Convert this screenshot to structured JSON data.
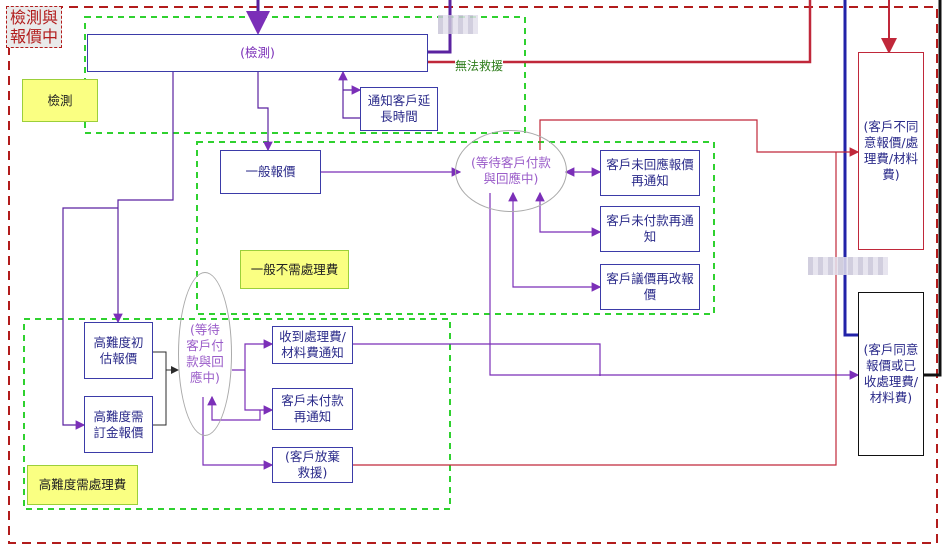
{
  "title_tag": "檢測與\n報價中",
  "nodes": {
    "inspection": "(檢測)",
    "notify_delay": "通知客戶延\n長時間",
    "general_quote": "一般報價",
    "wait_general": "(等待客戶付款\n與回應中)",
    "no_reply": "客戶未回應報價\n再通知",
    "unpaid_general": "客戶未付款再通\n知",
    "renegotiate": "客戶議價再改報\n價",
    "high_estimate": "高難度初\n估報價",
    "high_deposit": "高難度需\n訂金報價",
    "wait_high": "(等待\n客戶付\n款與回\n應中)",
    "fee_received": "收到處理費/\n材料費通知",
    "unpaid_high": "客戶未付款\n再通知",
    "abandon": "(客戶放棄\n救援)",
    "disagree": "(客戶不同\n意報價/處\n理費/材料\n費)",
    "agree": "(客戶同意\n報價或已\n收處理費/\n材料費)"
  },
  "groups": {
    "inspection": "檢測",
    "general_no_fee": "一般不需處理費",
    "high_fee": "高難度需處理費"
  },
  "edge_labels": {
    "cannot_rescue": "無法救援"
  },
  "colors": {
    "red_dash": "#b21c1c",
    "green_dash": "#2fd12f",
    "purple": "#7b2fb8",
    "red_line": "#c0283a",
    "blue_line": "#2222a8",
    "black_line": "#111111"
  }
}
